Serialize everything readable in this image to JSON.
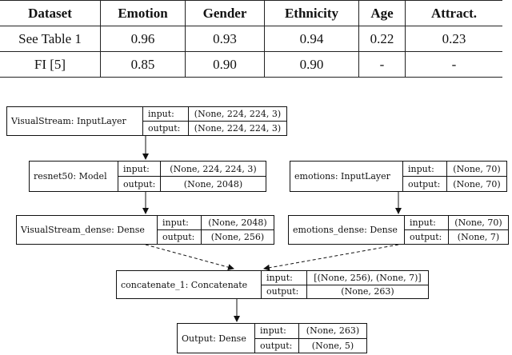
{
  "table": {
    "headers": [
      "Dataset",
      "Emotion",
      "Gender",
      "Ethnicity",
      "Age",
      "Attract."
    ],
    "rows": [
      [
        "See Table 1",
        "0.96",
        "0.93",
        "0.94",
        "0.22",
        "0.23"
      ],
      [
        "FI [5]",
        "0.85",
        "0.90",
        "0.90",
        "-",
        "-"
      ]
    ]
  },
  "diagram": {
    "port_labels": {
      "input": "input:",
      "output": "output:"
    },
    "nodes": [
      {
        "id": "visualstream-input",
        "name": "VisualStream: InputLayer",
        "input": "(None, 224, 224, 3)",
        "output": "(None, 224, 224, 3)"
      },
      {
        "id": "resnet50",
        "name": "resnet50: Model",
        "input": "(None, 224, 224, 3)",
        "output": "(None, 2048)"
      },
      {
        "id": "emotions-input",
        "name": "emotions: InputLayer",
        "input": "(None, 70)",
        "output": "(None, 70)"
      },
      {
        "id": "visualstream-dense",
        "name": "VisualStream_dense: Dense",
        "input": "(None, 2048)",
        "output": "(None, 256)"
      },
      {
        "id": "emotions-dense",
        "name": "emotions_dense: Dense",
        "input": "(None, 70)",
        "output": "(None, 7)"
      },
      {
        "id": "concatenate",
        "name": "concatenate_1: Concatenate",
        "input": "[(None, 256), (None, 7)]",
        "output": "(None, 263)"
      },
      {
        "id": "output-dense",
        "name": "Output: Dense",
        "input": "(None, 263)",
        "output": "(None, 5)"
      }
    ]
  }
}
